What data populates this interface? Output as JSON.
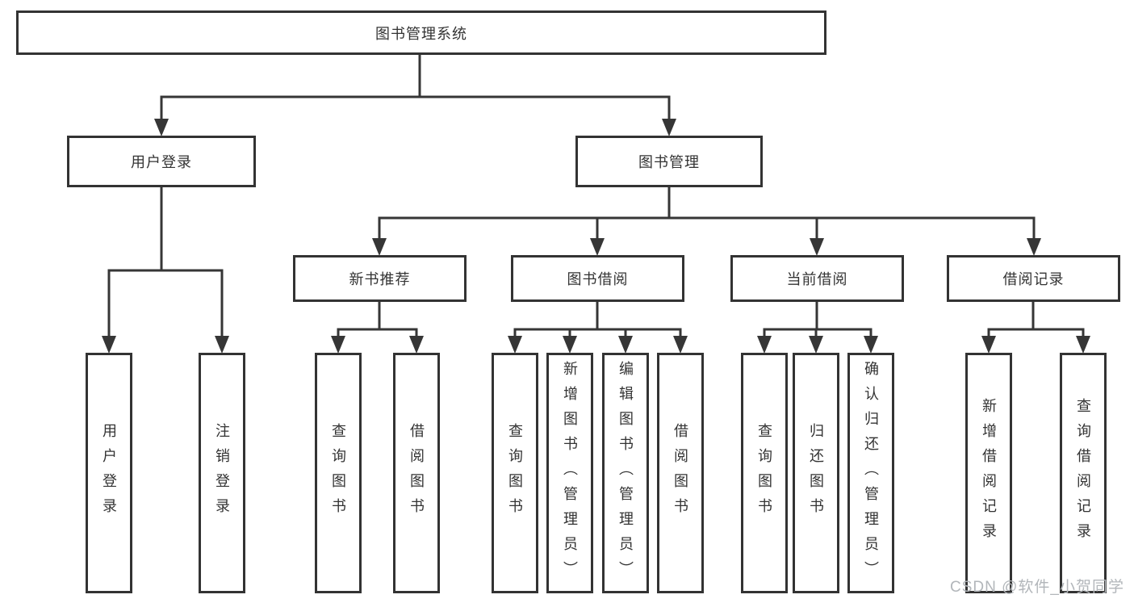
{
  "tree": {
    "label": "图书管理系统",
    "children": [
      {
        "label": "用户登录",
        "children": [
          {
            "label": "用户登录"
          },
          {
            "label": "注销登录"
          }
        ]
      },
      {
        "label": "图书管理",
        "children": [
          {
            "label": "新书推荐",
            "children": [
              {
                "label": "查询图书"
              },
              {
                "label": "借阅图书"
              }
            ]
          },
          {
            "label": "图书借阅",
            "children": [
              {
                "label": "查询图书"
              },
              {
                "label": "新增图书（管理员）"
              },
              {
                "label": "编辑图书（管理员）"
              },
              {
                "label": "借阅图书"
              }
            ]
          },
          {
            "label": "当前借阅",
            "children": [
              {
                "label": "查询图书"
              },
              {
                "label": "归还图书"
              },
              {
                "label": "确认归还（管理员）"
              }
            ]
          },
          {
            "label": "借阅记录",
            "children": [
              {
                "label": "新增借阅记录"
              },
              {
                "label": "查询借阅记录"
              }
            ]
          }
        ]
      }
    ]
  },
  "watermark": {
    "text": "CSDN @软件_小贺同学"
  },
  "colors": {
    "line": "#363636",
    "box_border": "#333333",
    "text": "#333333",
    "watermark_text": "#b2b6ba"
  }
}
